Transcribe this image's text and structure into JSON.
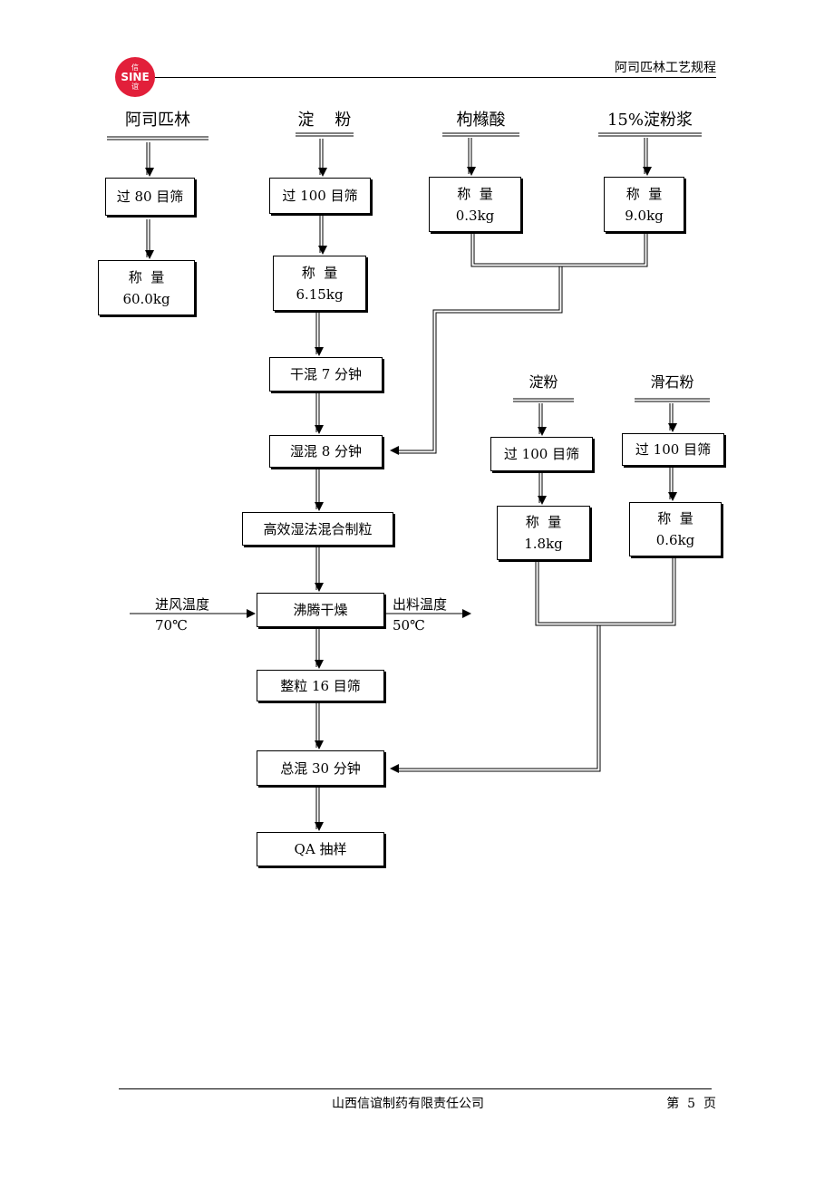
{
  "header": {
    "title": "阿司匹林工艺规程",
    "logo": {
      "top": "信",
      "main": "SINE",
      "bottom": "谊"
    }
  },
  "footer": {
    "company": "山西信谊制药有限责任公司",
    "page": "第  5  页"
  },
  "flow": {
    "col1": {
      "header": "阿司匹林",
      "sieve": "过 80 目筛",
      "weigh_label": "称  量",
      "weigh_value": "60.0kg"
    },
    "col2": {
      "header": "淀    粉",
      "sieve": "过 100 目筛",
      "weigh_label": "称  量",
      "weigh_value": "6.15kg",
      "dry_mix": "干混 7 分钟",
      "wet_mix": "湿混 8 分钟",
      "granulate": "高效湿法混合制粒",
      "dry": "沸腾干燥",
      "size": "整粒 16 目筛",
      "final_mix": "总混 30 分钟",
      "qa": "QA 抽样"
    },
    "col3": {
      "header": "枸橼酸",
      "weigh_label": "称  量",
      "weigh_value": "0.3kg"
    },
    "col4": {
      "header": "15%淀粉浆",
      "weigh_label": "称  量",
      "weigh_value": "9.0kg"
    },
    "col5": {
      "header": "淀粉",
      "sieve": "过 100 目筛",
      "weigh_label": "称  量",
      "weigh_value": "1.8kg"
    },
    "col6": {
      "header": "滑石粉",
      "sieve": "过 100 目筛",
      "weigh_label": "称  量",
      "weigh_value": "0.6kg"
    },
    "inlet": {
      "label": "进风温度",
      "value": "70℃"
    },
    "outlet": {
      "label": "出料温度",
      "value": "50℃"
    }
  }
}
